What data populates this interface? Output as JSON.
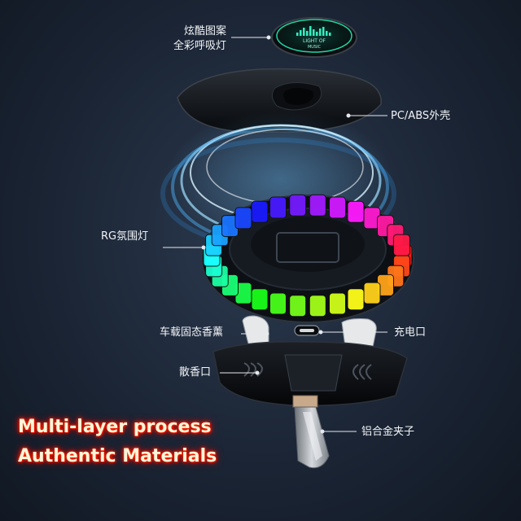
{
  "labels": {
    "pattern_light_line1": "炫酷图案",
    "pattern_light_line2": "全彩呼吸灯",
    "shell": "PC/ABS外壳",
    "ambient_light": "RG氛围灯",
    "solid_fragrance": "车载固态香薰",
    "charging_port": "充电口",
    "scent_outlet": "散香口",
    "clip": "铝合金夹子"
  },
  "badge_text": {
    "line1": "LIGHT OF",
    "line2": "MUSIC"
  },
  "promo": {
    "line1": "Multi-layer process",
    "line2": "Authentic Materials"
  },
  "colors": {
    "background": "#1b2535",
    "badge_glow": "#20e0b0",
    "promo_glow": "#ff2a00",
    "swirl": "#8fd8ff"
  }
}
